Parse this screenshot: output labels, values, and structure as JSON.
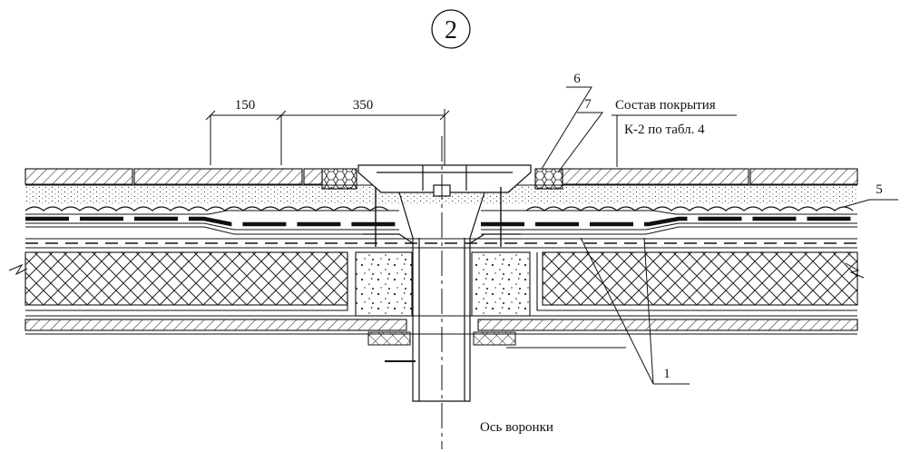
{
  "detail_number": "2",
  "dimensions": {
    "left_span": "150",
    "right_span": "350"
  },
  "callouts": {
    "item_6": "6",
    "item_7": "7",
    "item_5": "5",
    "item_1": "1"
  },
  "coating_note": {
    "line1": "Состав покрытия",
    "line2": "К-2 по табл. 4"
  },
  "axis_label": "Ось воронки"
}
